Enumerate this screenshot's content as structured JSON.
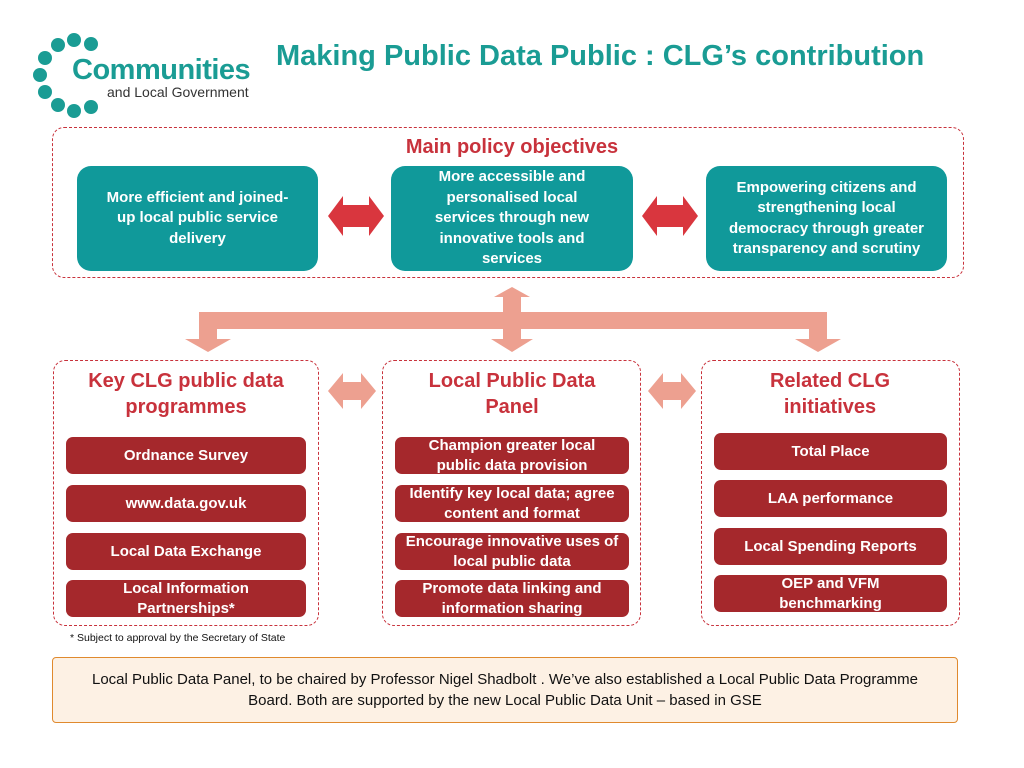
{
  "logo": {
    "name": "Communities",
    "subtitle": "and Local Government"
  },
  "title": "Making Public Data Public : CLG’s contribution",
  "objectives": {
    "heading": "Main policy objectives",
    "items": [
      "More efficient and joined-up local public service delivery",
      "More accessible and personalised local services through new innovative tools and services",
      "Empowering citizens and strengthening local democracy through greater transparency and scrutiny"
    ]
  },
  "panels": [
    {
      "heading": "Key CLG public data programmes",
      "items": [
        "Ordnance Survey",
        "www.data.gov.uk",
        "Local Data Exchange",
        "Local Information Partnerships*"
      ]
    },
    {
      "heading": "Local Public Data Panel",
      "items": [
        "Champion greater local public data provision",
        "Identify key local data; agree content and format",
        "Encourage innovative uses of local public data",
        "Promote data linking and information sharing"
      ]
    },
    {
      "heading": "Related CLG initiatives",
      "items": [
        "Total Place",
        "LAA performance",
        "Local Spending Reports",
        "OEP and VFM benchmarking"
      ]
    }
  ],
  "footnote": "* Subject to approval by the Secretary of State",
  "note": "Local Public Data Panel, to be chaired by Professor Nigel Shadbolt .  We’ve also established a Local Public Data Programme Board.  Both are supported by the new Local Public Data Unit – based in GSE",
  "colors": {
    "teal": "#10999a",
    "brand_red": "#c8323c",
    "item_red": "#a5282c",
    "arrow_red": "#d9363e",
    "connector_pink": "#eda090",
    "note_background": "#fdf1e4",
    "note_border": "#e08a2e"
  }
}
